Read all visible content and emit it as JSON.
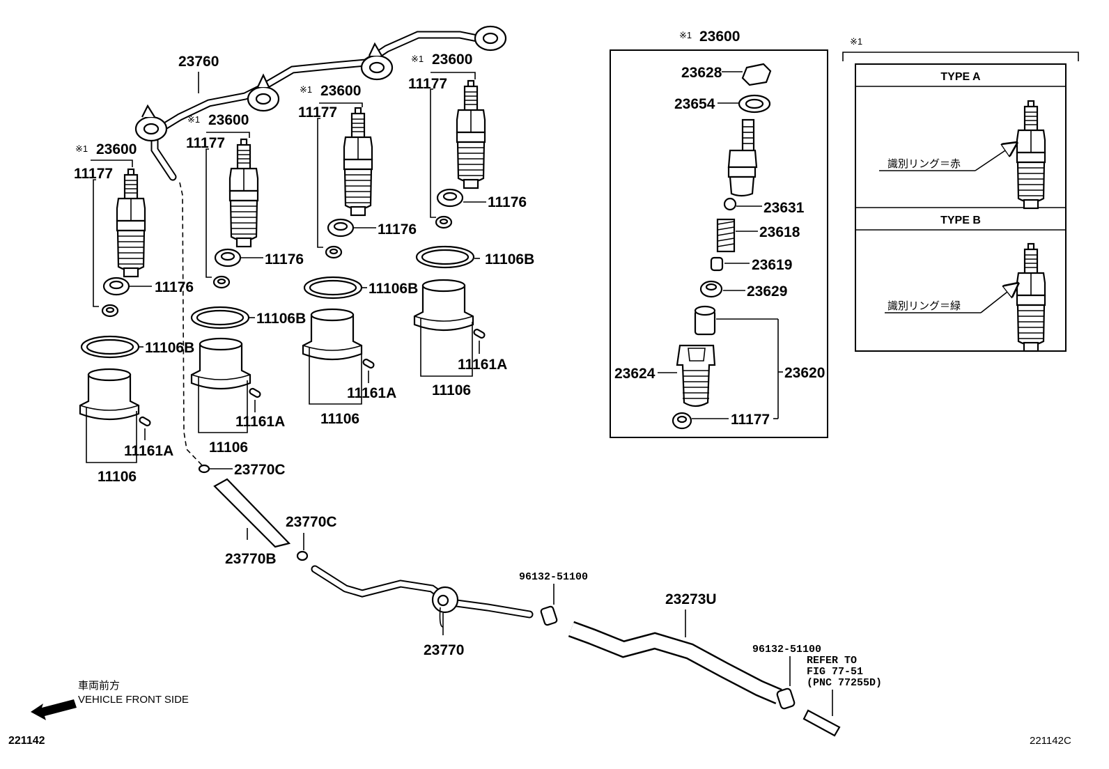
{
  "diagram": {
    "labels": {
      "star": "※1",
      "p23760": "23760",
      "p23600": "23600",
      "p11177": "11177",
      "p11176": "11176",
      "p11106B": "11106B",
      "p11161A": "11161A",
      "p11106": "11106",
      "p23770C": "23770C",
      "p23770B": "23770B",
      "p23770": "23770",
      "p96132": "96132-51100",
      "p23273U": "23273U",
      "refer1": "REFER TO",
      "refer2": "FIG 77-51",
      "refer3": "(PNC 77255D)"
    },
    "detail": {
      "title_star": "※1",
      "title": "23600",
      "p23628": "23628",
      "p23654": "23654",
      "p23631": "23631",
      "p23618": "23618",
      "p23619": "23619",
      "p23629": "23629",
      "p23624": "23624",
      "p23620": "23620",
      "p11177": "11177"
    },
    "types": {
      "star": "※1",
      "type_a": "TYPE A",
      "type_a_note": "識別リング＝赤",
      "type_b": "TYPE B",
      "type_b_note": "識別リング＝緑"
    },
    "front": {
      "ja": "車両前方",
      "en": "VEHICLE FRONT SIDE"
    },
    "code_left": "221142",
    "code_right": "221142C"
  }
}
